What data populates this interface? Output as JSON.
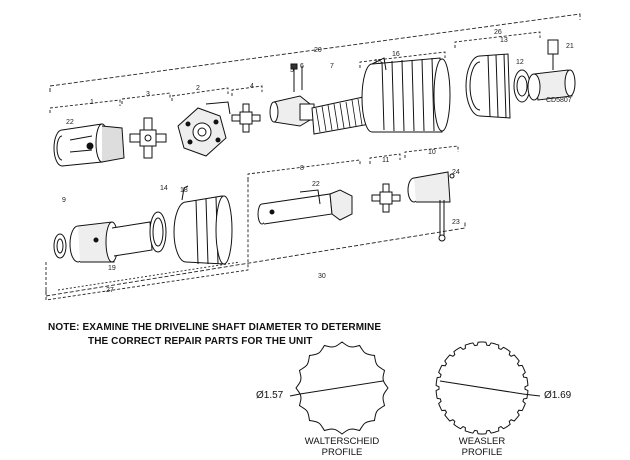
{
  "diagram": {
    "code": "CD5807",
    "callouts": [
      {
        "id": "c20",
        "text": "20"
      },
      {
        "id": "c1",
        "text": "1"
      },
      {
        "id": "c3",
        "text": "3"
      },
      {
        "id": "c2",
        "text": "2"
      },
      {
        "id": "c4",
        "text": "4"
      },
      {
        "id": "c5",
        "text": "5"
      },
      {
        "id": "c6",
        "text": "6"
      },
      {
        "id": "c7",
        "text": "7"
      },
      {
        "id": "c15",
        "text": "15"
      },
      {
        "id": "c16",
        "text": "16"
      },
      {
        "id": "c26",
        "text": "26"
      },
      {
        "id": "c13",
        "text": "13"
      },
      {
        "id": "c12",
        "text": "12"
      },
      {
        "id": "c21",
        "text": "21"
      },
      {
        "id": "c22a",
        "text": "22"
      },
      {
        "id": "c8",
        "text": "8"
      },
      {
        "id": "c11",
        "text": "11"
      },
      {
        "id": "c10",
        "text": "10"
      },
      {
        "id": "c22b",
        "text": "22"
      },
      {
        "id": "c24",
        "text": "24"
      },
      {
        "id": "c9",
        "text": "9"
      },
      {
        "id": "c14",
        "text": "14"
      },
      {
        "id": "c18",
        "text": "18"
      },
      {
        "id": "c23",
        "text": "23"
      },
      {
        "id": "c30",
        "text": "30"
      },
      {
        "id": "c27",
        "text": "27"
      },
      {
        "id": "c19",
        "text": "19"
      }
    ]
  },
  "note": {
    "line1": "NOTE: EXAMINE THE DRIVELINE SHAFT DIAMETER TO DETERMINE",
    "line2": "THE CORRECT REPAIR PARTS FOR THE UNIT"
  },
  "profiles": [
    {
      "dimension": "Ø1.57",
      "name_line1": "WALTERSCHEID",
      "name_line2": "PROFILE"
    },
    {
      "dimension": "Ø1.69",
      "name_line1": "WEASLER",
      "name_line2": "PROFILE"
    }
  ]
}
